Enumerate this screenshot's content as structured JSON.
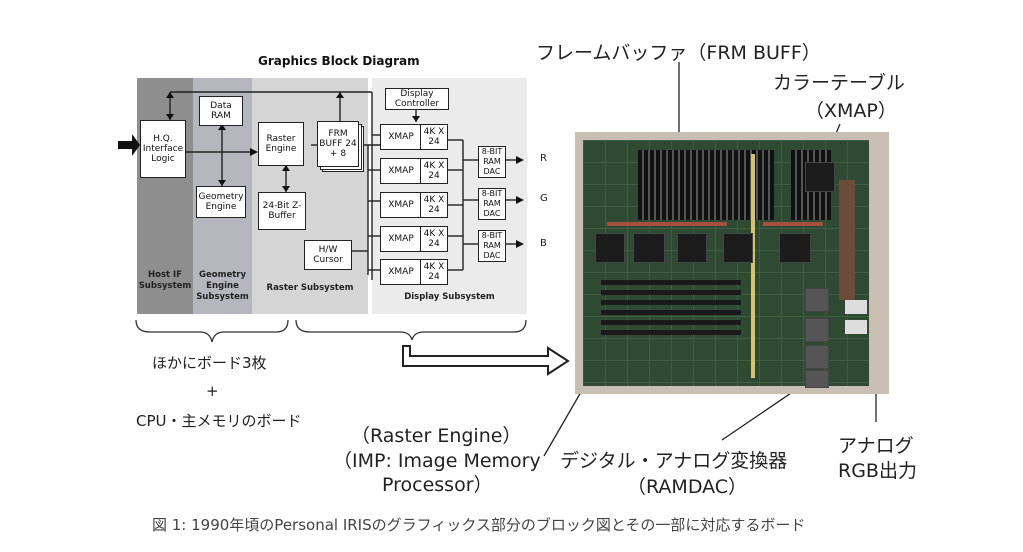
{
  "block_diagram": {
    "title": "Graphics Block Diagram",
    "blocks": {
      "hq": "H.Q. Interface Logic",
      "data_ram": "Data RAM",
      "geometry_engine": "Geometry Engine",
      "raster_engine": "Raster Engine",
      "z_buffer": "24-Bit Z-Buffer",
      "frm_buff": "FRM BUFF 24 + 8",
      "hw_cursor": "H/W Cursor",
      "display_controller": "Display Controller",
      "xmap": "XMAP",
      "xmap_mem": "4K X 24",
      "ramdac": "8-BIT RAM DAC"
    },
    "outputs": [
      "R",
      "G",
      "B"
    ],
    "columns": [
      {
        "label": "Host IF Subsystem",
        "color": "#8c8c8c"
      },
      {
        "label": "Geometry Engine Subsystem",
        "color": "#b4b4bc"
      },
      {
        "label": "Raster Subsystem",
        "color": "#d6d6d6"
      },
      {
        "label": "Display Subsystem",
        "color": "#e8e8e8"
      }
    ]
  },
  "notes": {
    "other_boards": "ほかにボード3枚",
    "plus": "+",
    "cpu_board": "CPU・主メモリのボード",
    "raster_engine_1": "（Raster Engine）",
    "raster_engine_2": "（IMP: Image Memory",
    "raster_engine_3": "Processor）"
  },
  "board_labels": {
    "frame_buffer": "フレームバッファ（FRM BUFF）",
    "color_table": "カラーテーブル",
    "color_table_sub": "（XMAP）",
    "dac": "デジタル・アナログ変換器",
    "dac_sub": "（RAMDAC）",
    "analog_1": "アナログ",
    "analog_2": "RGB出力"
  },
  "caption": "図 1: 1990年頃のPersonal IRISのグラフィックス部分のブロック図とその一部に対応するボード"
}
